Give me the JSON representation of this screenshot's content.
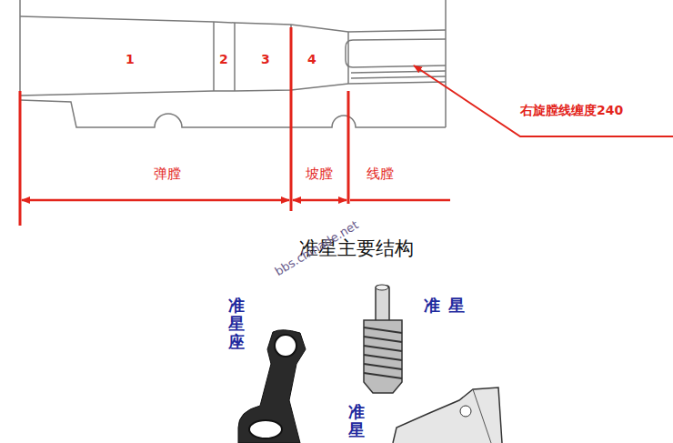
{
  "diagram": {
    "title": "准星主要结构",
    "labels": [
      "1",
      "2",
      "3",
      "4",
      "右旋膛线缠度240",
      "弹膛",
      "坡膛",
      "线膛",
      "bbs.chinade.net",
      "准星座",
      "准星",
      "准星"
    ]
  }
}
